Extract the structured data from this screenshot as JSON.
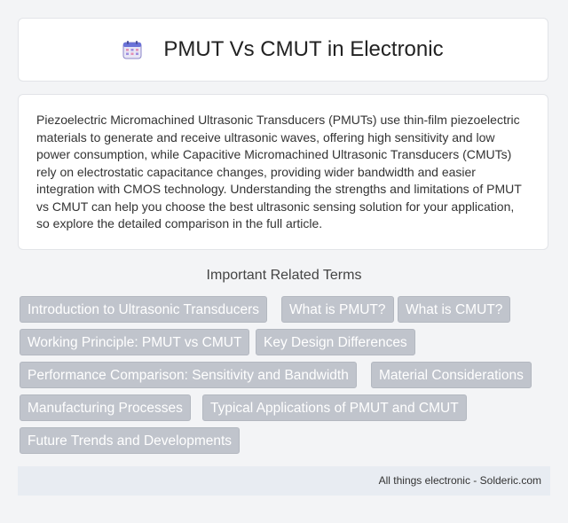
{
  "header": {
    "title": "PMUT Vs CMUT in Electronic",
    "icon": "calendar-icon"
  },
  "description": "Piezoelectric Micromachined Ultrasonic Transducers (PMUTs) use thin-film piezoelectric materials to generate and receive ultrasonic waves, offering high sensitivity and low power consumption, while Capacitive Micromachined Ultrasonic Transducers (CMUTs) rely on electrostatic capacitance changes, providing wider bandwidth and easier integration with CMOS technology. Understanding the strengths and limitations of PMUT vs CMUT can help you choose the best ultrasonic sensing solution for your application, so explore the detailed comparison in the full article.",
  "related": {
    "heading": "Important Related Terms",
    "tags": [
      "Introduction to Ultrasonic Transducers",
      "What is PMUT?",
      "What is CMUT?",
      "Working Principle: PMUT vs CMUT",
      "Key Design Differences",
      "Performance Comparison: Sensitivity and Bandwidth",
      "Material Considerations",
      "Manufacturing Processes",
      "Typical Applications of PMUT and CMUT",
      "Future Trends and Developments"
    ]
  },
  "footer": {
    "text": "All things electronic - Solderic.com"
  },
  "colors": {
    "tag_bg": "#c0c4cc",
    "footer_bg": "#e8ecf2",
    "page_bg": "#f3f4f6"
  }
}
